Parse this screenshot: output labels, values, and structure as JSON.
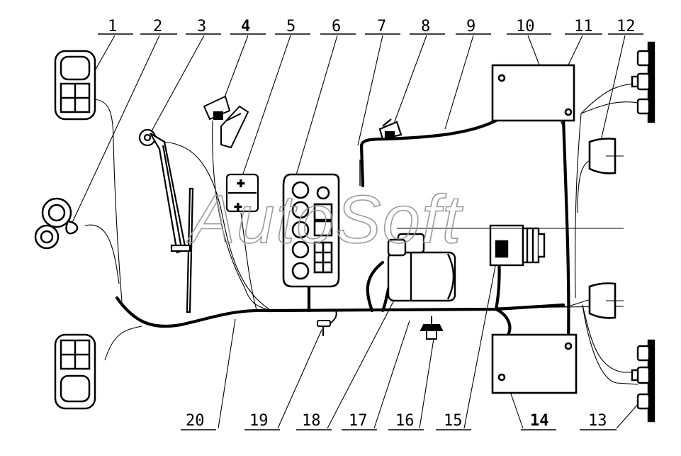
{
  "watermark": "AutoSoft",
  "callouts": [
    {
      "id": 1,
      "label": "1"
    },
    {
      "id": 2,
      "label": "2"
    },
    {
      "id": 3,
      "label": "3"
    },
    {
      "id": 4,
      "label": "4"
    },
    {
      "id": 5,
      "label": "5"
    },
    {
      "id": 6,
      "label": "6"
    },
    {
      "id": 7,
      "label": "7"
    },
    {
      "id": 8,
      "label": "8"
    },
    {
      "id": 9,
      "label": "9"
    },
    {
      "id": 10,
      "label": "10"
    },
    {
      "id": 11,
      "label": "11"
    },
    {
      "id": 12,
      "label": "12"
    },
    {
      "id": 13,
      "label": "13"
    },
    {
      "id": 14,
      "label": "14"
    },
    {
      "id": 15,
      "label": "15"
    },
    {
      "id": 16,
      "label": "16"
    },
    {
      "id": 17,
      "label": "17"
    },
    {
      "id": 18,
      "label": "18"
    },
    {
      "id": 19,
      "label": "19"
    },
    {
      "id": 20,
      "label": "20"
    }
  ]
}
